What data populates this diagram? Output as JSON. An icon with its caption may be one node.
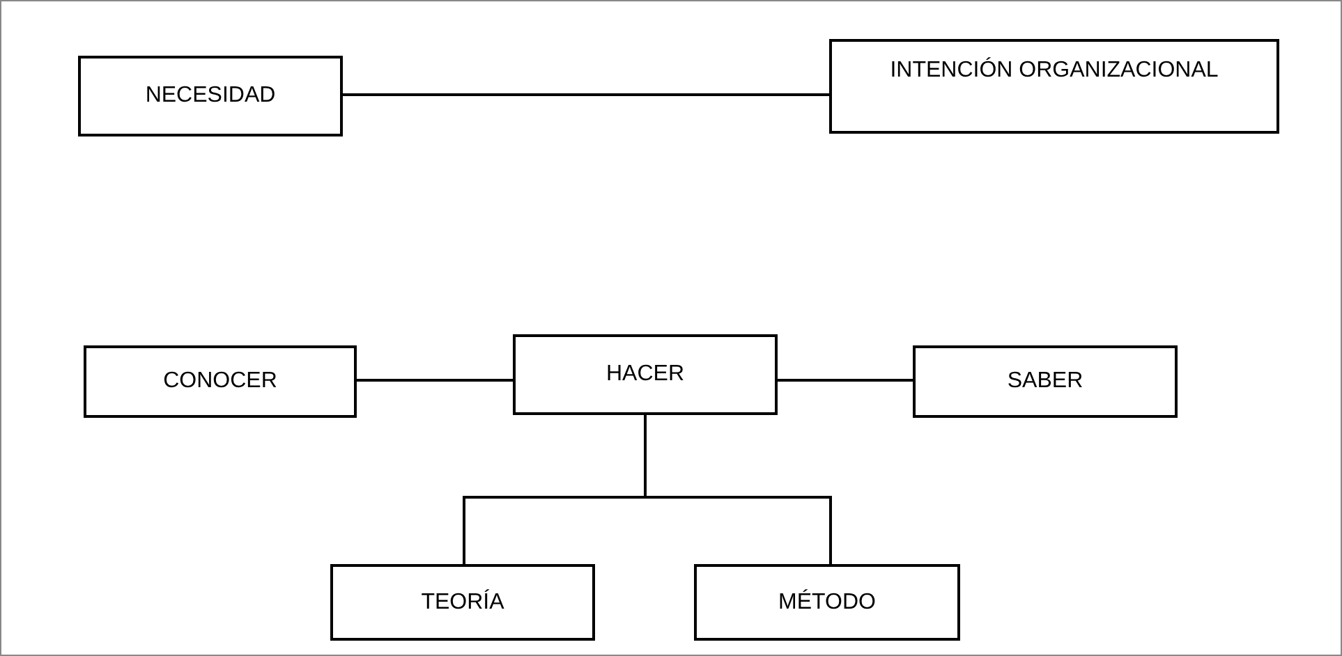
{
  "diagram": {
    "nodes": [
      {
        "text": [
          "NECESIDAD"
        ]
      },
      {
        "text": [
          "INTENCIÓN ORGANIZACIONAL"
        ]
      },
      {
        "text": [
          "CONOCER"
        ]
      },
      {
        "text": [
          "HACER"
        ]
      },
      {
        "text": [
          "SABER"
        ]
      },
      {
        "text": [
          "TEORÍA"
        ]
      },
      {
        "text": [
          "MÉTODO"
        ]
      }
    ],
    "edges": [
      {
        "from": 0,
        "to": 1,
        "arrow": "none"
      },
      {
        "from": 2,
        "to": 3,
        "arrow": "none"
      },
      {
        "from": 3,
        "to": 4,
        "arrow": "none"
      },
      {
        "from": 3,
        "to": 5,
        "arrow": "none"
      },
      {
        "from": 3,
        "to": 6,
        "arrow": "none"
      }
    ]
  }
}
